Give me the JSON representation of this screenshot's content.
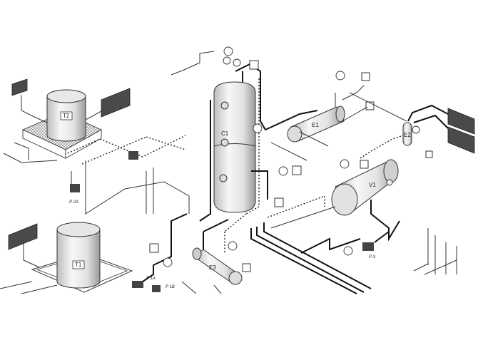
{
  "diagram": {
    "type": "isometric piping and instrumentation diagram",
    "equipment": {
      "t2": "T2",
      "t1": "T1",
      "c1": "C1",
      "e1": "E1",
      "e2": "E2",
      "e3": "E3",
      "v1": "V1"
    },
    "pumps": {
      "p2a": "P 2A",
      "p1a": "P 1A",
      "p1b": "P 1B",
      "p3": "P 3"
    },
    "colors": {
      "line": "#111111",
      "callout": "#4a4a4a",
      "background": "#ffffff"
    }
  }
}
